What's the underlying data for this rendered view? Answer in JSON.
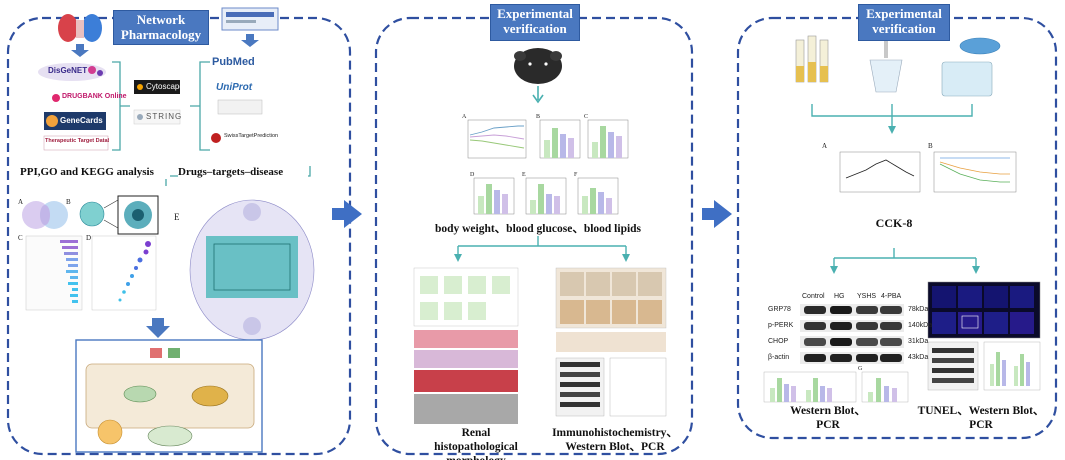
{
  "panels": [
    {
      "header": "Network Pharmacology"
    },
    {
      "header": "Experimental verification"
    },
    {
      "header": "Experimental verification"
    }
  ],
  "panel1": {
    "databases_left": [
      "DisGeNET",
      "DRUGBANK Online",
      "GeneCards",
      "Therapeutic Target Database"
    ],
    "tools_middle": [
      "Cytoscape",
      "STRING"
    ],
    "databases_right": [
      "PubMed",
      "UniProt",
      "SwissTargetPrediction"
    ],
    "label_left": "PPI,GO and KEGG analysis",
    "label_right": "Drugs–targets–disease",
    "sub_a": "A",
    "sub_b": "B",
    "sub_c": "C",
    "sub_d": "D",
    "sub_e": "E"
  },
  "panel2": {
    "label_top": "body weight、blood glucose、blood lipids",
    "label_left": "Renal histopathological morphology",
    "label_right": "Immunohistochemistry、Western Blot、PCR",
    "sub": [
      "A",
      "B",
      "C",
      "D",
      "E",
      "F"
    ]
  },
  "panel3": {
    "label_cck": "CCK-8",
    "label_left": "Western Blot、PCR",
    "label_right": "TUNEL、Western Blot、PCR",
    "wb_groups": [
      "Control",
      "HG",
      "YSHS",
      "4-PBA"
    ],
    "wb_rows": [
      {
        "protein": "GRP78",
        "kda": "78kDa"
      },
      {
        "protein": "p-PERK",
        "kda": "140kDa"
      },
      {
        "protein": "CHOP",
        "kda": "31kDa"
      },
      {
        "protein": "β-actin",
        "kda": "43kDa"
      }
    ],
    "sub_a": "A",
    "sub_b": "B",
    "sub_g": "G"
  }
}
